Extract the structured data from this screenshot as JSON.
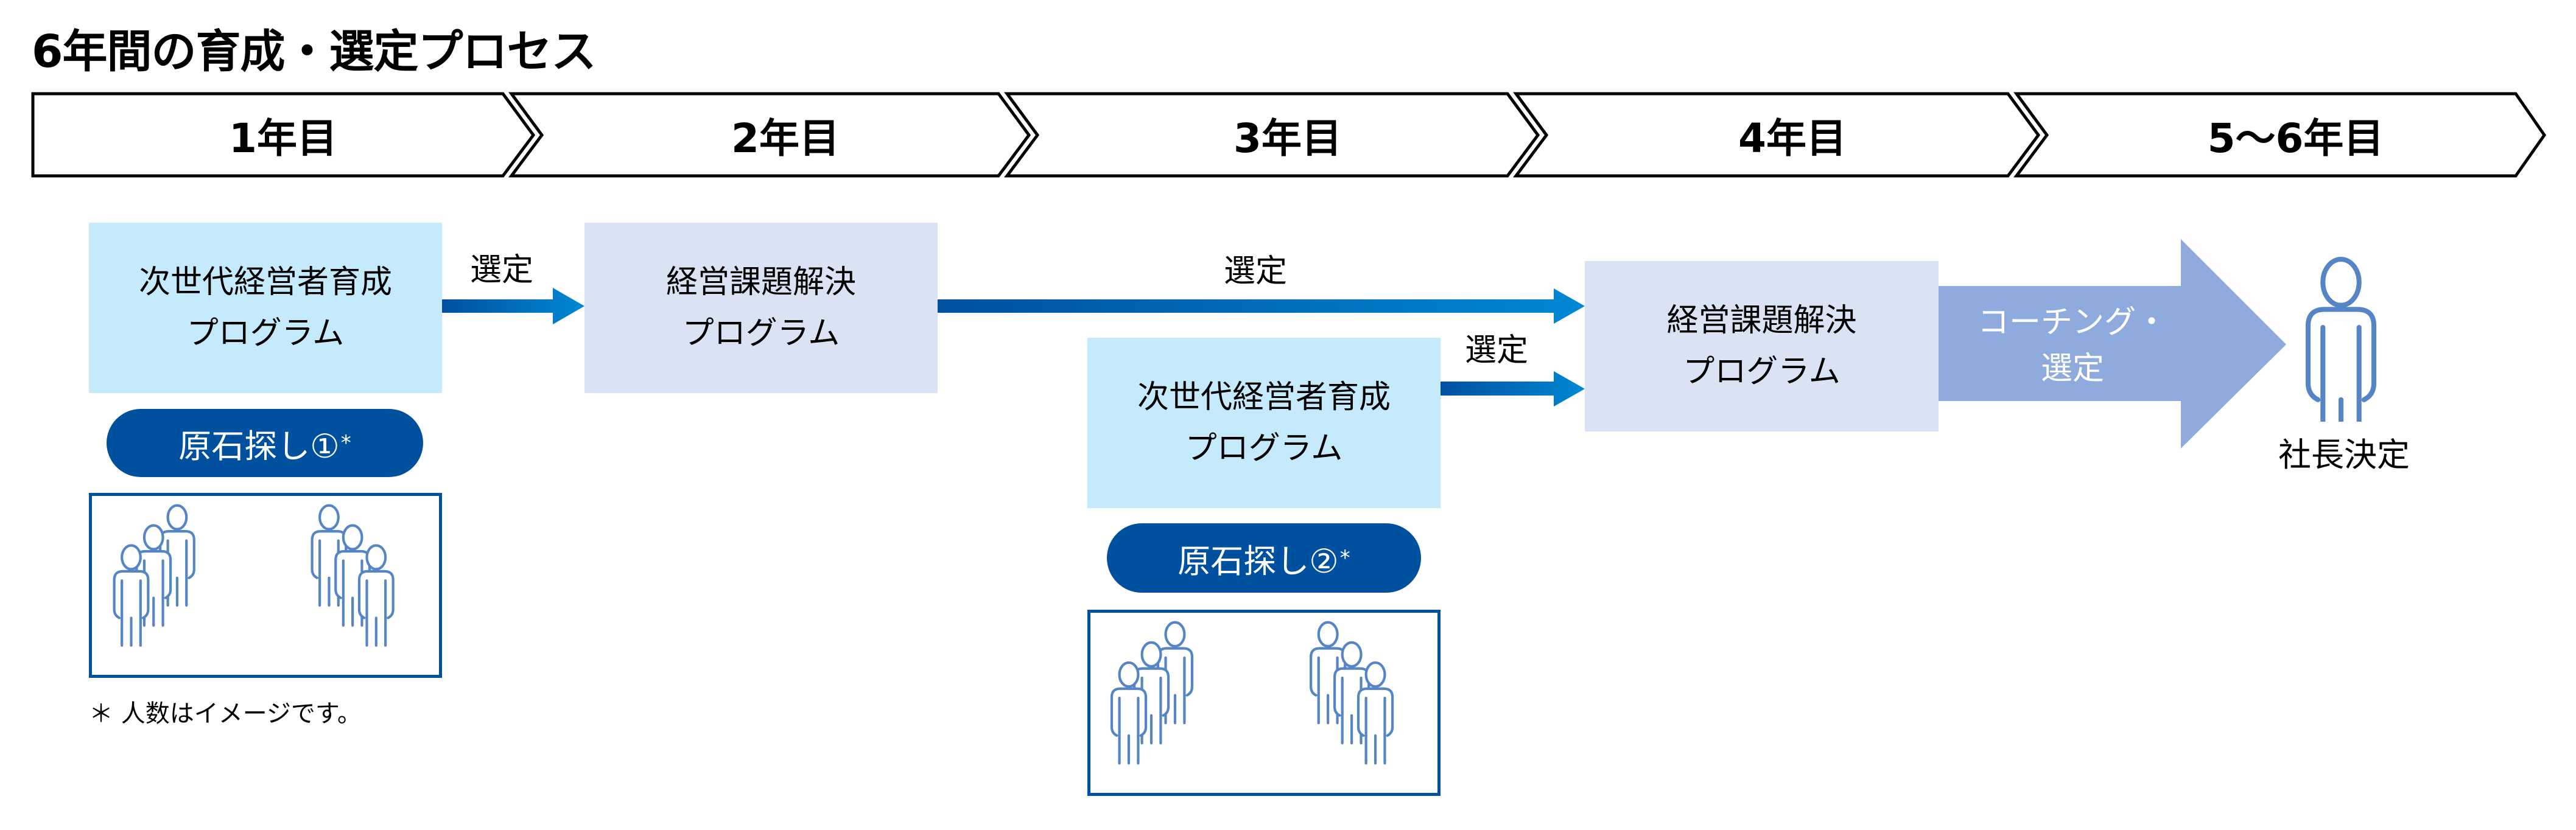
{
  "title": "6年間の育成・選定プロセス",
  "phases": [
    {
      "label": "1年目"
    },
    {
      "label": "2年目"
    },
    {
      "label": "3年目"
    },
    {
      "label": "4年目"
    },
    {
      "label": "5～6年目"
    }
  ],
  "programs": {
    "next_gen_1": {
      "line1": "次世代経営者育成",
      "line2": "プログラム"
    },
    "mgmt_issue_1": {
      "line1": "経営課題解決",
      "line2": "プログラム"
    },
    "next_gen_2": {
      "line1": "次世代経営者育成",
      "line2": "プログラム"
    },
    "mgmt_issue_2": {
      "line1": "経営課題解決",
      "line2": "プログラム"
    }
  },
  "arrows": {
    "select_1": "選定",
    "select_2": "選定",
    "select_3": "選定",
    "coaching_line1": "コーチング・",
    "coaching_line2": "選定"
  },
  "scouting": [
    {
      "label": "原石探し①",
      "mark": "*"
    },
    {
      "label": "原石探し②",
      "mark": "*"
    }
  ],
  "ceo": {
    "label": "社長決定"
  },
  "footnote": "＊ 人数はイメージです。",
  "colors": {
    "light_box": "#C5EAFB",
    "grey_box": "#DAE3F3",
    "pill": "#0050A0",
    "people_icon": "#5585C5",
    "arrow_start": "#0050A0",
    "arrow_end": "#0088D4",
    "big_arrow": "#8FAADC"
  },
  "icons": {
    "group": "people-group-icon",
    "person": "person-icon"
  }
}
